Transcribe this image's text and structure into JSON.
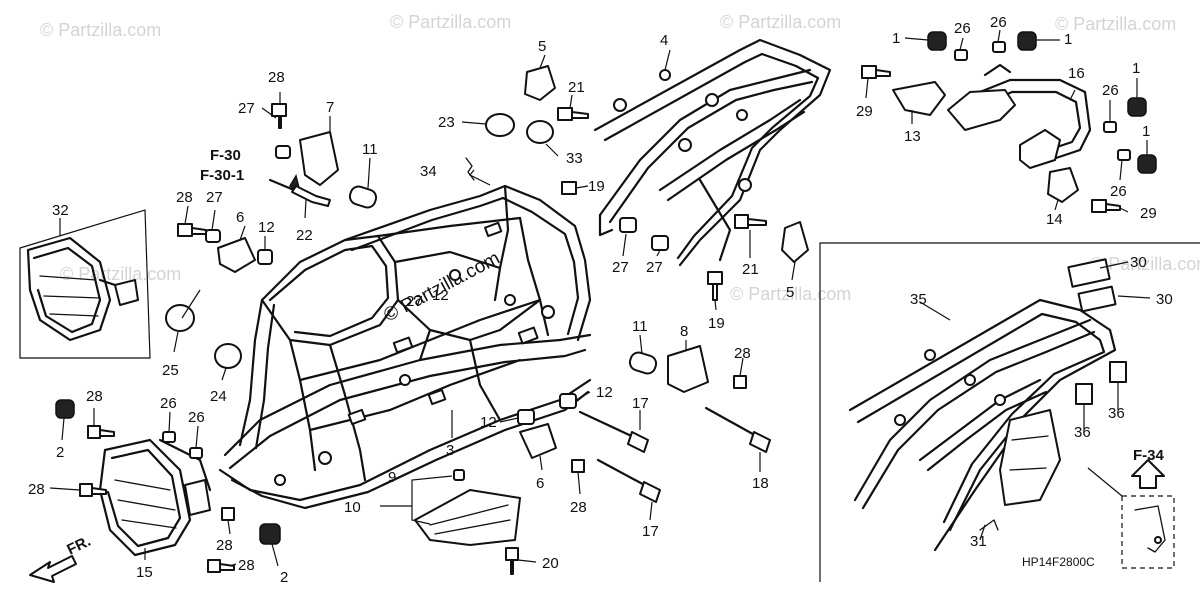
{
  "watermark": {
    "corner_text": "© Partzilla.com",
    "center_text": "© Partzilla.com"
  },
  "references": {
    "f30": "F-30",
    "f30_1": "F-30-1",
    "f34": "F-34"
  },
  "direction_label": "FR.",
  "diagram_code": "HP14F2800C",
  "callouts": {
    "c1a": "1",
    "c1b": "1",
    "c1c": "1",
    "c1d": "1",
    "c2a": "2",
    "c2b": "2",
    "c3": "3",
    "c4": "4",
    "c5a": "5",
    "c5b": "5",
    "c6a": "6",
    "c6b": "6",
    "c7": "7",
    "c8": "8",
    "c9": "9",
    "c10": "10",
    "c11a": "11",
    "c11b": "11",
    "c12a": "12",
    "c12b": "12",
    "c12c": "12",
    "c12d": "12",
    "c13": "13",
    "c14": "14",
    "c15": "15",
    "c16": "16",
    "c17a": "17",
    "c17b": "17",
    "c18": "18",
    "c19a": "19",
    "c19b": "19",
    "c20": "20",
    "c21a": "21",
    "c21b": "21",
    "c22": "22",
    "c23": "23",
    "c24": "24",
    "c25": "25",
    "c26a": "26",
    "c26b": "26",
    "c26c": "26",
    "c26d": "26",
    "c26e": "26",
    "c26f": "26",
    "c27a": "27",
    "c27b": "27",
    "c27c": "27",
    "c27d": "27",
    "c27e": "27",
    "c28a": "28",
    "c28b": "28",
    "c28c": "28",
    "c28d": "28",
    "c28e": "28",
    "c28f": "28",
    "c28g": "28",
    "c28h": "28",
    "c29a": "29",
    "c29b": "29",
    "c30a": "30",
    "c30b": "30",
    "c31": "31",
    "c32": "32",
    "c33": "33",
    "c34": "34",
    "c35": "35",
    "c36a": "36",
    "c36b": "36"
  }
}
